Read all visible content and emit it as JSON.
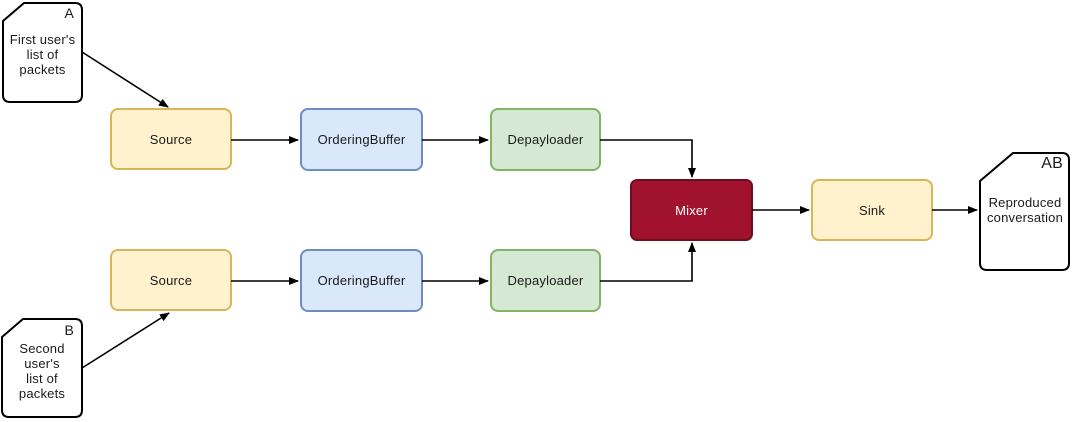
{
  "diagram": {
    "documents": {
      "a": {
        "badge": "A",
        "text": "First user's\nlist of\npackets"
      },
      "b": {
        "badge": "B",
        "text": "Second\nuser's\nlist of\npackets"
      },
      "ab": {
        "badge": "AB",
        "text": "Reproduced\nconversation"
      }
    },
    "nodes": {
      "source_top": {
        "label": "Source"
      },
      "ordering_buffer_top": {
        "label": "OrderingBuffer"
      },
      "depayloader_top": {
        "label": "Depayloader"
      },
      "source_bottom": {
        "label": "Source"
      },
      "ordering_buffer_bottom": {
        "label": "OrderingBuffer"
      },
      "depayloader_bottom": {
        "label": "Depayloader"
      },
      "mixer": {
        "label": "Mixer"
      },
      "sink": {
        "label": "Sink"
      }
    },
    "colors": {
      "yellow": {
        "fill": "#FFF2CC",
        "stroke": "#D6B656"
      },
      "blue": {
        "fill": "#DAE8FC",
        "stroke": "#6C8EBF"
      },
      "green": {
        "fill": "#D5E8D4",
        "stroke": "#82B366"
      },
      "red": {
        "fill": "#A1122F",
        "stroke": "#6D0E1F"
      },
      "document": {
        "fill": "#FFFFFF",
        "stroke": "#000000"
      },
      "arrow": "#000000",
      "label_dark": "#1A1A1A",
      "label_light": "#FFFFFF"
    }
  }
}
